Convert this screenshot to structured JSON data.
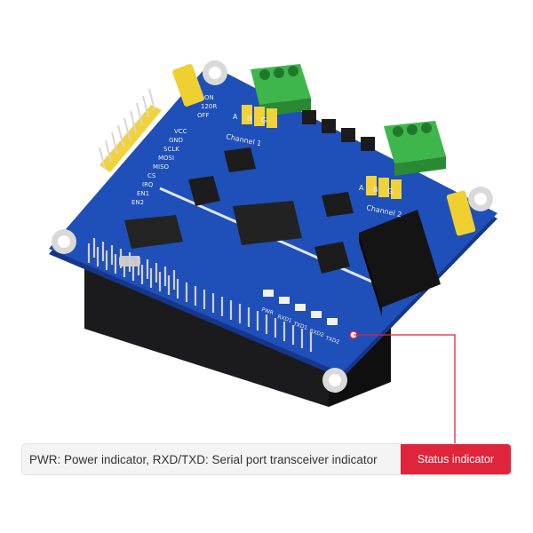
{
  "caption": {
    "text": "PWR: Power indicator, RXD/TXD: Serial port transceiver indicator",
    "tag": "Status indicator",
    "accent_color": "#e0243a"
  },
  "board": {
    "color": "#1f4fb8",
    "jumper_top": [
      "ON",
      "120R",
      "OFF"
    ],
    "pin_labels": [
      "VCC",
      "GND",
      "SCLK",
      "MOSI",
      "MISO",
      "CS",
      "IRQ",
      "EN1",
      "EN2"
    ],
    "channel_1": "Channel 1",
    "channel_2": "Channel 2",
    "terminal_letters": [
      "A",
      "B",
      "G"
    ],
    "led_labels": [
      "PWR",
      "RXD1",
      "TXD1",
      "RXD2",
      "TXD2"
    ]
  }
}
